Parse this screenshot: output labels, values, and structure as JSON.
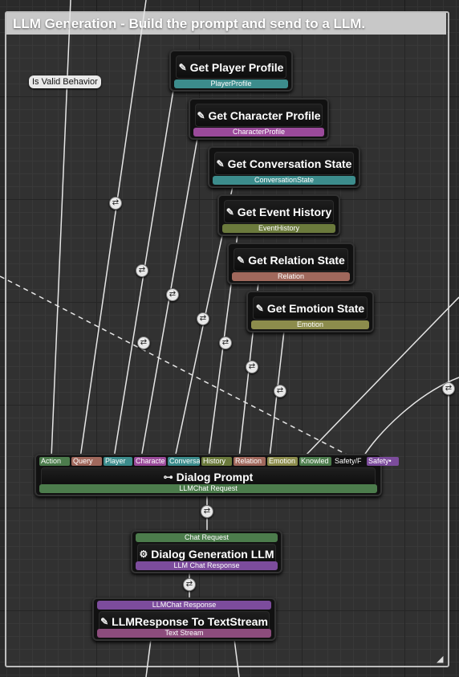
{
  "comment": {
    "title": "LLM Generation - Build the prompt and send to a LLM.",
    "resize_glyph": "◢"
  },
  "is_valid_label": "Is Valid Behavior",
  "icons": {
    "function": "function-icon",
    "reroute": "reroute-icon"
  },
  "getter_nodes": [
    {
      "title": "Get Player Profile",
      "output": "PlayerProfile",
      "color": "#3c8c8c"
    },
    {
      "title": "Get Character Profile",
      "output": "CharacterProfile",
      "color": "#9a4a9a"
    },
    {
      "title": "Get Conversation State",
      "output": "ConversationState",
      "color": "#3c8c8c"
    },
    {
      "title": "Get Event History",
      "output": "EventHistory",
      "color": "#6b7a3c"
    },
    {
      "title": "Get Relation State",
      "output": "Relation",
      "color": "#a0685c"
    },
    {
      "title": "Get Emotion State",
      "output": "Emotion",
      "color": "#8c8c4c"
    }
  ],
  "dialog_prompt": {
    "title": "Dialog Prompt",
    "output": "LLMChat Request",
    "inputs": [
      "Action",
      "Query",
      "Player",
      "Characte",
      "Conversa",
      "History",
      "Relation",
      "Emotion",
      "Knowled",
      "Safety/F",
      "Safety•"
    ]
  },
  "dialog_generation": {
    "title": "Dialog Generation LLM",
    "input": "Chat Request",
    "output": "LLM Chat Response"
  },
  "llm_response": {
    "title": "LLMResponse To TextStream",
    "input": "LLMChat Response",
    "output": "Text Stream"
  },
  "reroute_glyph": "⇄"
}
